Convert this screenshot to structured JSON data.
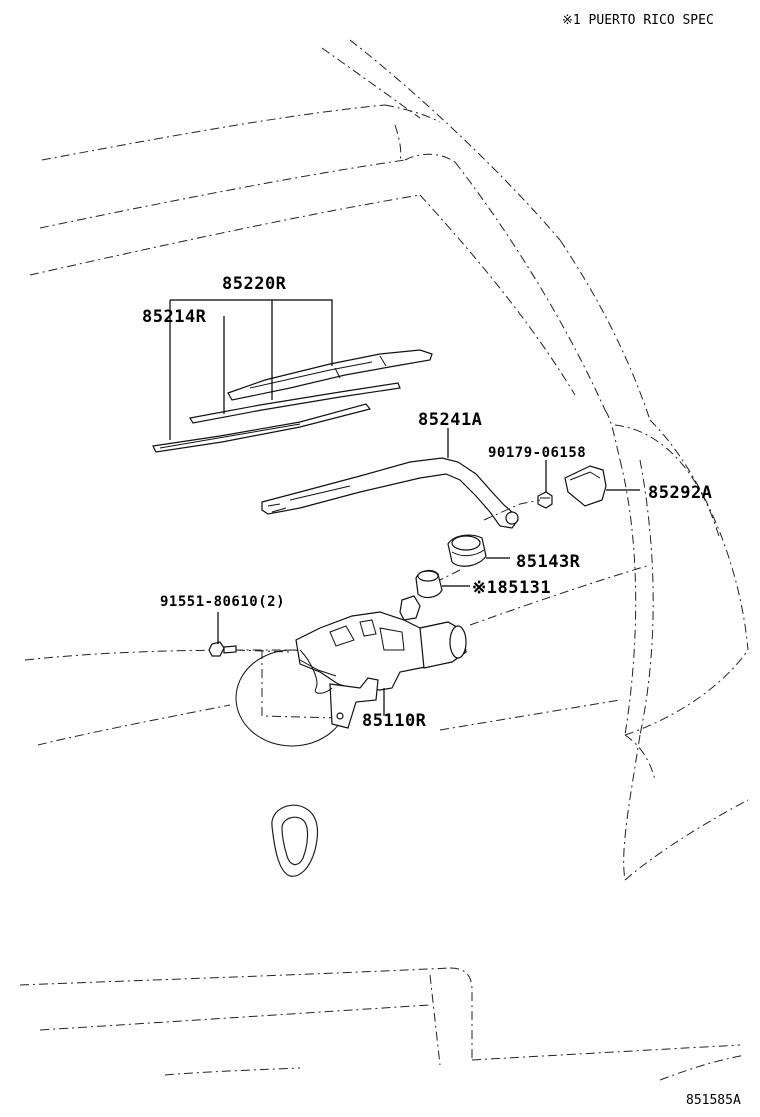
{
  "note": "※1 PUERTO RICO SPEC",
  "figure_id": "851585A",
  "parts": {
    "blade_assembly": "85220R",
    "blade_insert": "85214R",
    "arm": "85241A",
    "nut": "90179-06158",
    "cap": "85292A",
    "grommet": "85143R",
    "seal": "※185131",
    "bolt": "91551-80610(2)",
    "motor": "85110R"
  }
}
